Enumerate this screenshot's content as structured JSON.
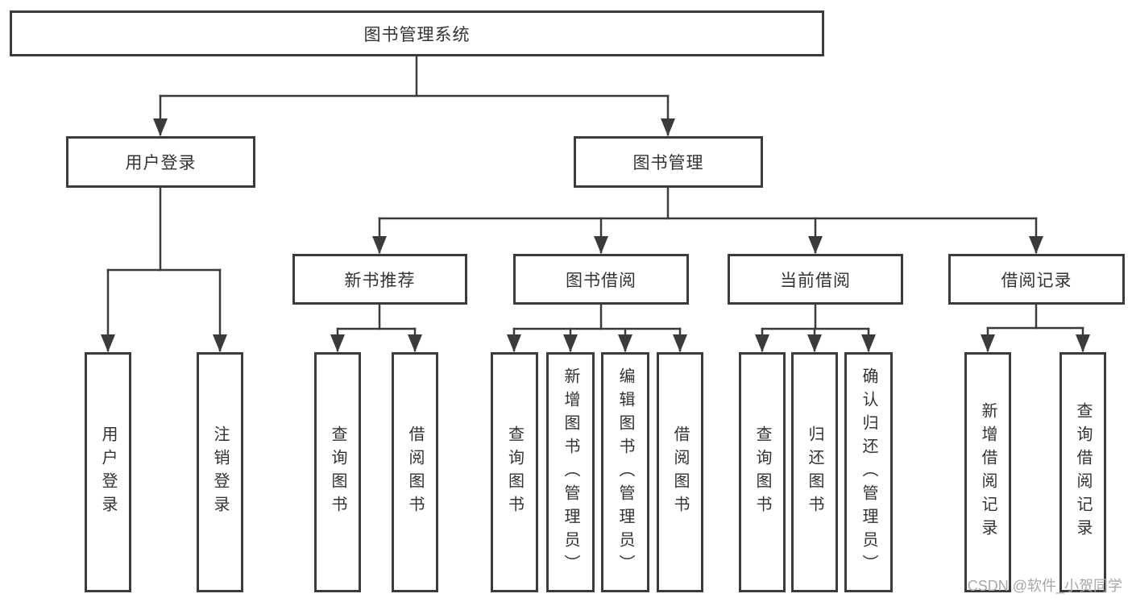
{
  "diagram": {
    "title": "图书管理系统",
    "colors": {
      "line": "#3b3b3b",
      "box_border": "#3b3b3b",
      "text": "#333333",
      "watermark_text": "#a8a8a8",
      "background": "#ffffff"
    },
    "tree": {
      "root": {
        "label": "图书管理系统",
        "children": [
          {
            "label": "用户登录",
            "children": [
              {
                "label": "用户登录"
              },
              {
                "label": "注销登录"
              }
            ]
          },
          {
            "label": "图书管理",
            "children": [
              {
                "label": "新书推荐",
                "children": [
                  {
                    "label": "查询图书"
                  },
                  {
                    "label": "借阅图书"
                  }
                ]
              },
              {
                "label": "图书借阅",
                "children": [
                  {
                    "label": "查询图书"
                  },
                  {
                    "label": "新增图书（管理员）"
                  },
                  {
                    "label": "编辑图书（管理员）"
                  },
                  {
                    "label": "借阅图书"
                  }
                ]
              },
              {
                "label": "当前借阅",
                "children": [
                  {
                    "label": "查询图书"
                  },
                  {
                    "label": "归还图书"
                  },
                  {
                    "label": "确认归还（管理员）"
                  }
                ]
              },
              {
                "label": "借阅记录",
                "children": [
                  {
                    "label": "新增借阅记录"
                  },
                  {
                    "label": "查询借阅记录"
                  }
                ]
              }
            ]
          }
        ]
      }
    },
    "watermark": "CSDN @软件_小贺同学"
  }
}
